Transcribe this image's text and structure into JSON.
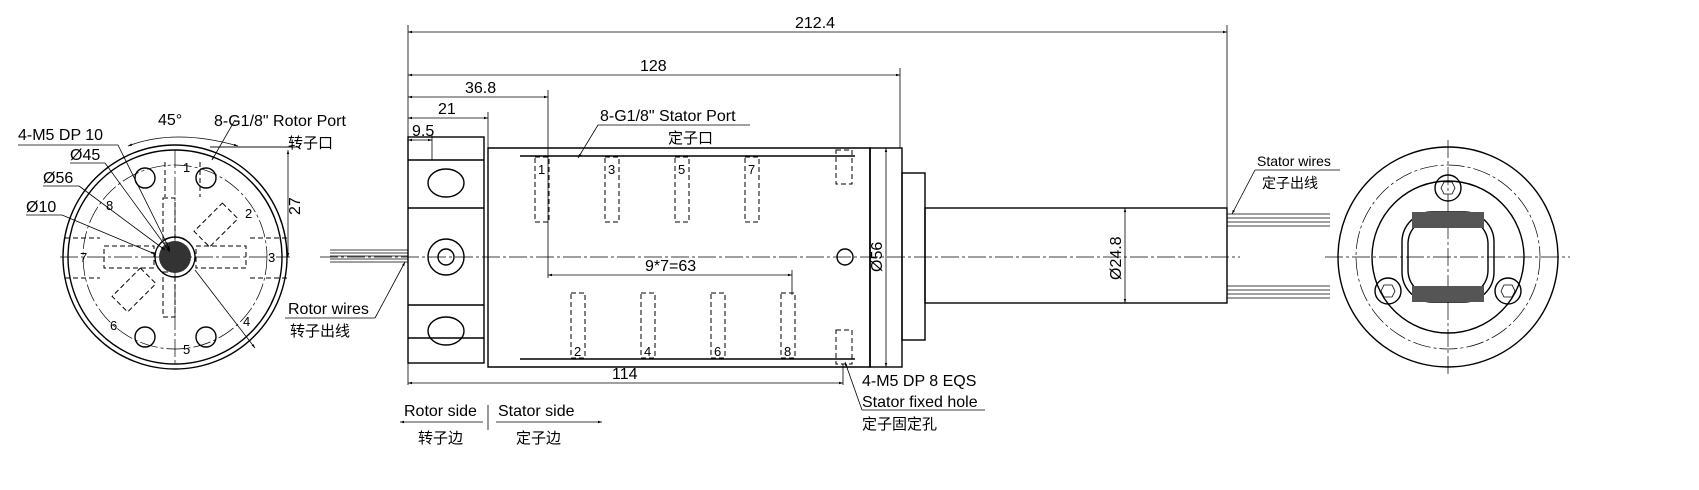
{
  "end_view_left": {
    "mount_holes": "4-M5 DP 10",
    "dia_45": "Ø45",
    "dia_56": "Ø56",
    "dia_10": "Ø10",
    "angle": "45°",
    "rotor_port": "8-G1/8\" Rotor Port",
    "rotor_port_cn": "转子口",
    "dim_27": "27",
    "port_numbers": [
      "1",
      "2",
      "3",
      "4",
      "5",
      "6",
      "7",
      "8"
    ]
  },
  "side_view": {
    "dim_total": "212.4",
    "dim_128": "128",
    "dim_36_8": "36.8",
    "dim_21": "21",
    "dim_9_5": "9.5",
    "dim_63": "9*7=63",
    "dim_114": "114",
    "dim_56": "Ø56",
    "dim_24_8": "Ø24.8",
    "stator_port": "8-G1/8\" Stator Port",
    "stator_port_cn": "定子口",
    "rotor_wires": "Rotor wires",
    "rotor_wires_cn": "转子出线",
    "stator_wires": "Stator wires",
    "stator_wires_cn": "定子出线",
    "fixed_hole": "4-M5 DP 8 EQS",
    "fixed_hole_label": "Stator fixed hole",
    "fixed_hole_cn": "定子固定孔",
    "top_ports": [
      "1",
      "3",
      "5",
      "7"
    ],
    "bottom_ports": [
      "2",
      "4",
      "6",
      "8"
    ]
  },
  "legend": {
    "rotor_side": "Rotor side",
    "rotor_side_cn": "转子边",
    "stator_side": "Stator side",
    "stator_side_cn": "定子边"
  }
}
